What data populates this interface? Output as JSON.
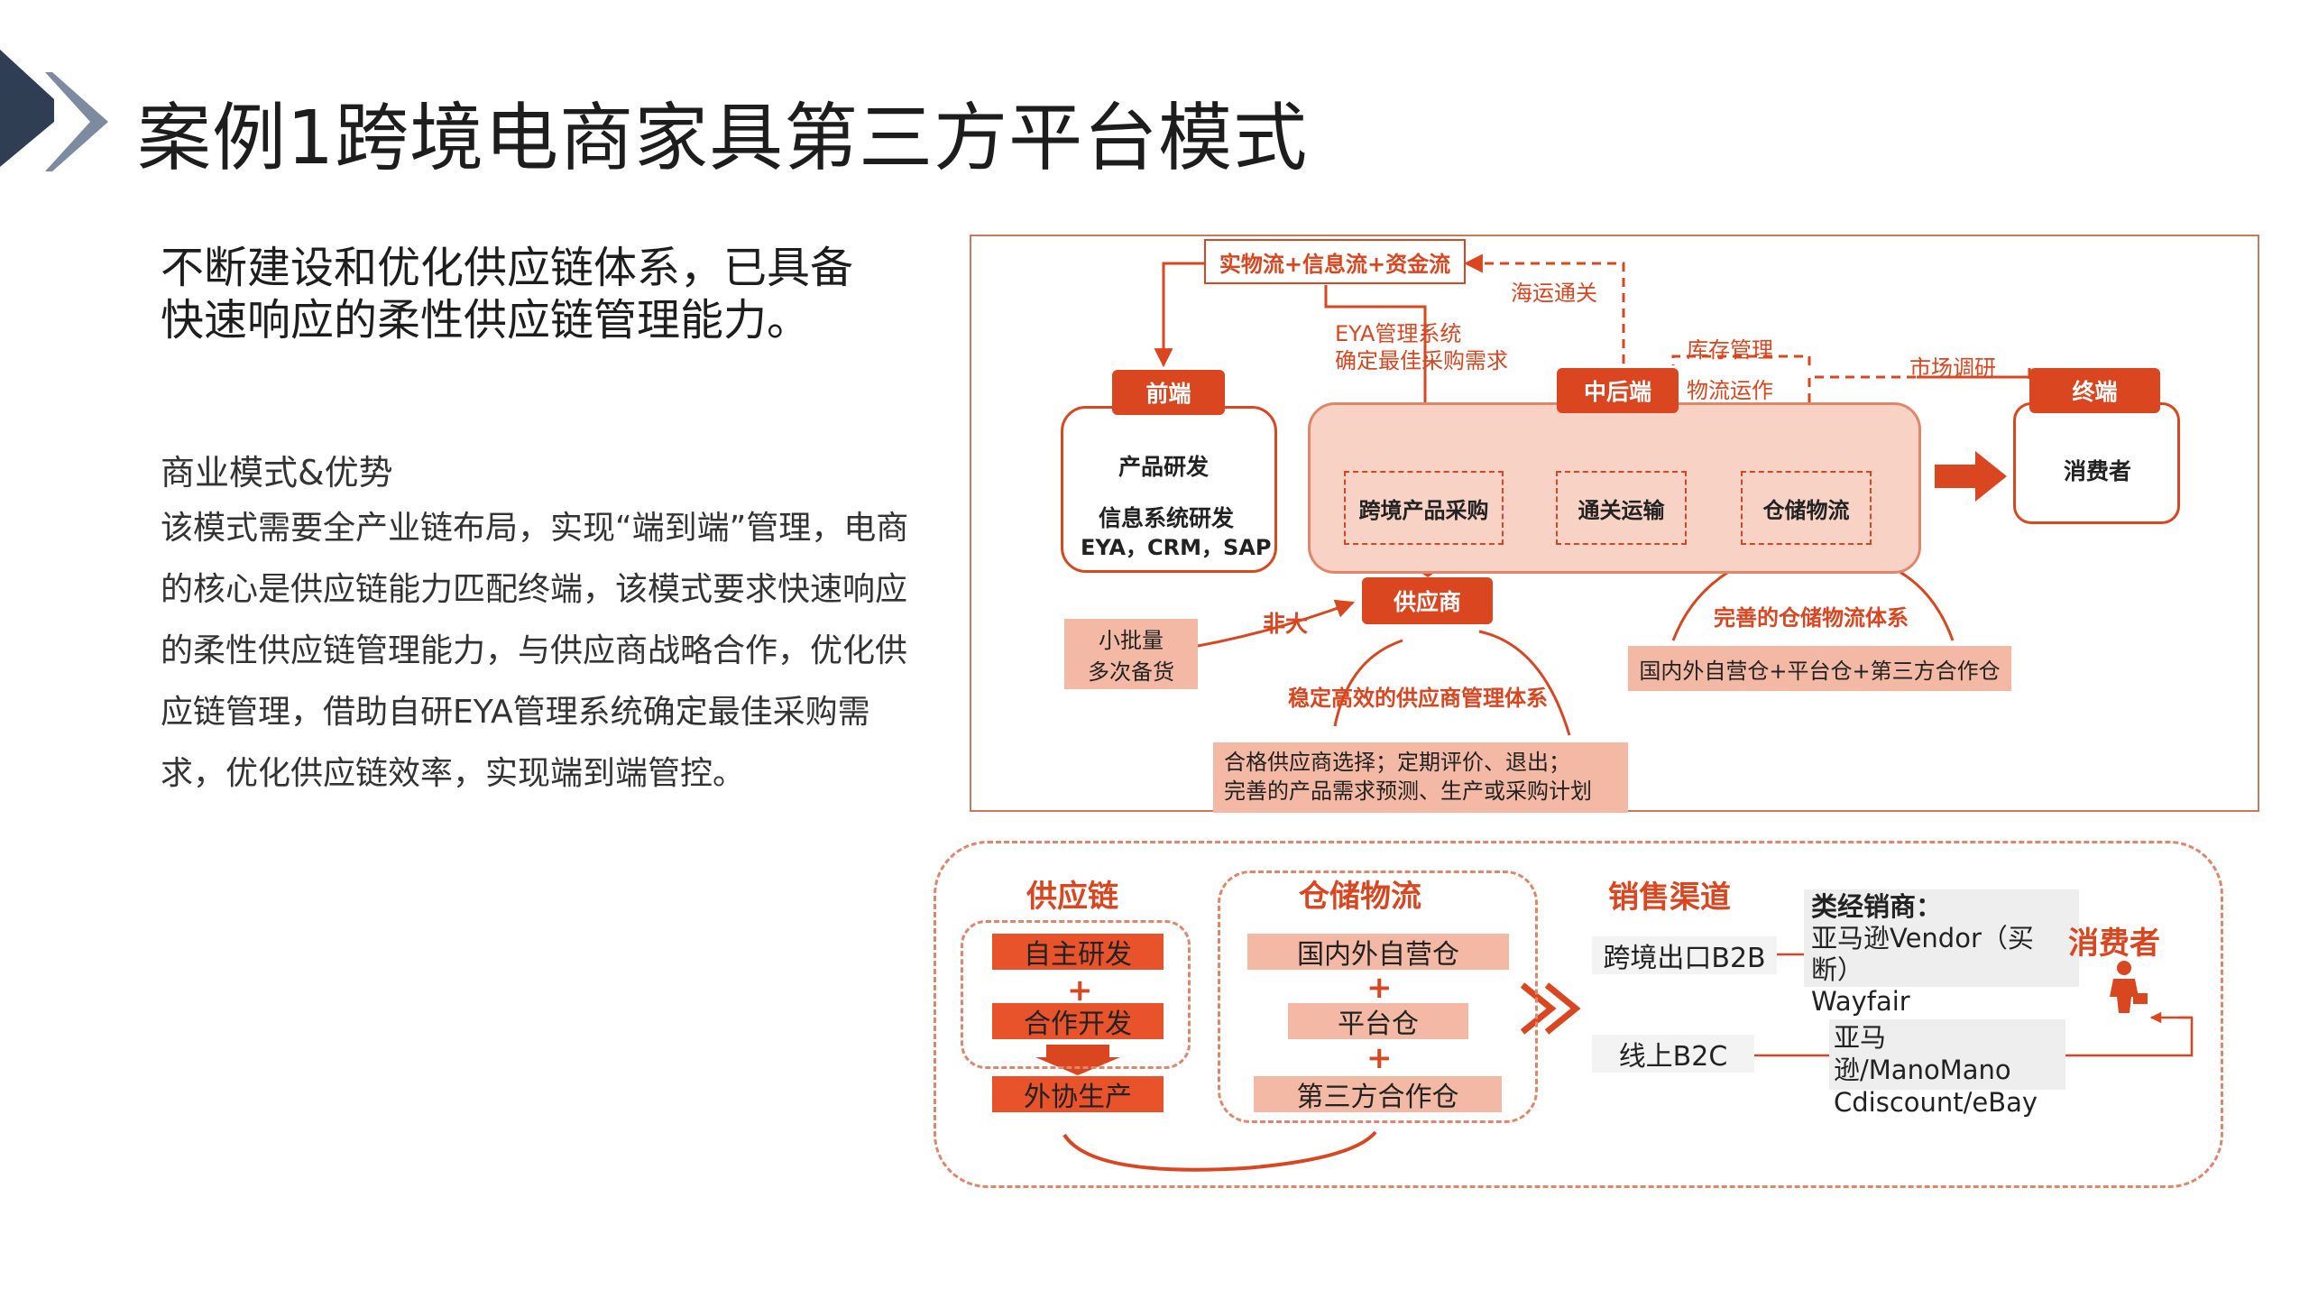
{
  "page": {
    "title": "案例1跨境电商家具第三方平台模式",
    "subtitle": "不断建设和优化供应链体系，已具备快速响应的柔性供应链管理能力。",
    "section_heading": "商业模式&优势",
    "body": "该模式需要全产业链布局，实现“端到端”管理，电商的核心是供应链能力匹配终端，该模式要求快速响应的柔性供应链管理能力，与供应商战略合作，优化供应链管理，借助自研EYA管理系统确定最佳采购需求，优化供应链效率，实现端到端管控。"
  },
  "diagram1": {
    "flows": "实物流+信息流+资金流",
    "sea": "海运通关",
    "eya_line1": "EYA管理系统",
    "eya_line2": "确定最佳采购需求",
    "inventory": "库存管理",
    "logistics_op": "物流运作",
    "market": "市场调研",
    "front": {
      "header": "前端",
      "item1": "产品研发",
      "item2": "信息系统研发",
      "item3": "EYA，CRM，SAP"
    },
    "mid": {
      "header": "中后端",
      "step1": "跨境产品采购",
      "step2": "通关运输",
      "step3": "仓储物流"
    },
    "terminal": {
      "header": "终端",
      "item": "消费者"
    },
    "supplier": "供应商",
    "nonlarge": "非大",
    "small_batch1": "小批量",
    "small_batch2": "多次备货",
    "supplier_system": "稳定高效的供应商管理体系",
    "supplier_note1": "合格供应商选择；定期评价、退出；",
    "supplier_note2": "完善的产品需求预测、生产或采购计划",
    "warehouse_system": "完善的仓储物流体系",
    "warehouse_types": "国内外自营仓+平台仓+第三方合作仓"
  },
  "diagram2": {
    "supply_chain": {
      "title": "供应链",
      "item1": "自主研发",
      "item2": "合作开发",
      "item3": "外协生产"
    },
    "warehouse": {
      "title": "仓储物流",
      "item1": "国内外自营仓",
      "item2": "平台仓",
      "item3": "第三方合作仓"
    },
    "sales": {
      "title": "销售渠道",
      "b2b": "跨境出口B2B",
      "b2c": "线上B2C",
      "dealer_title": "类经销商：",
      "dealer1": "亚马逊Vendor（买断）",
      "dealer2": "Wayfair",
      "platform1": "亚马逊/ManoMano",
      "platform2": "Cdiscount/eBay",
      "consumer": "消费者"
    }
  },
  "colors": {
    "accent": "#d9461f",
    "accent_light": "#f5c3b0",
    "chip_bg": "#f4b9a4",
    "navy": "#2f3e52",
    "steel": "#7c8ba0"
  }
}
